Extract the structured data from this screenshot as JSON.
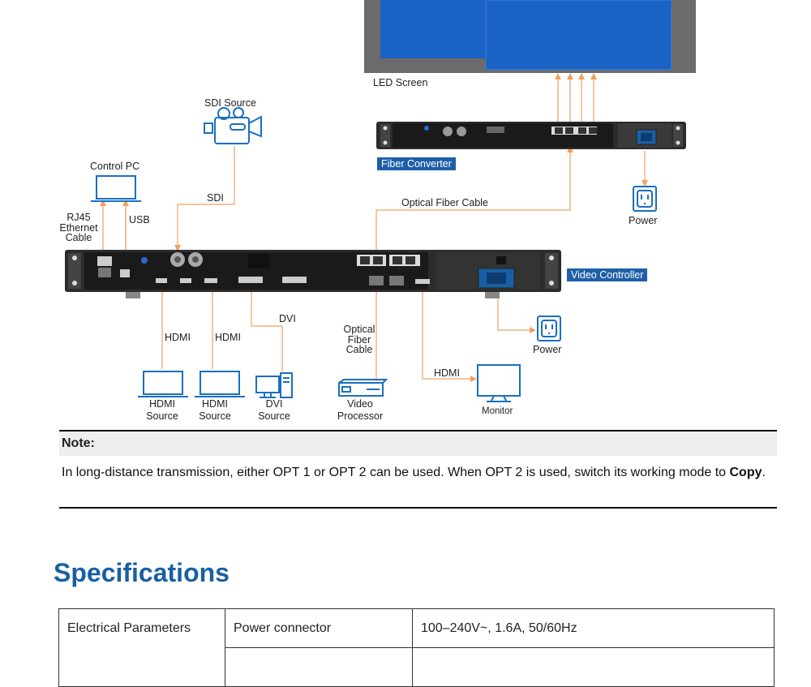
{
  "diagram": {
    "led_screen": "LED Screen",
    "sdi_source": "SDI Source",
    "control_pc": "Control PC",
    "fiber_converter": "Fiber Converter",
    "optical_fiber_cable_top": "Optical Fiber Cable",
    "power_top": "Power",
    "sdi": "SDI",
    "rj45_line1": "RJ45",
    "rj45_line2": "Ethernet",
    "rj45_line3": "Cable",
    "usb": "USB",
    "video_controller": "Video Controller",
    "hdmi_1": "HDMI",
    "hdmi_2": "HDMI",
    "dvi": "DVI",
    "optical_line1": "Optical",
    "optical_line2": "Fiber",
    "optical_line3": "Cable",
    "power_bottom": "Power",
    "hdmi_monitor": "HDMI",
    "hdmi_source_1_line1": "HDMI",
    "hdmi_source_1_line2": "Source",
    "hdmi_source_2_line1": "HDMI",
    "hdmi_source_2_line2": "Source",
    "dvi_source_line1": "DVI",
    "dvi_source_line2": "Source",
    "video_processor_line1": "Video",
    "video_processor_line2": "Processor",
    "monitor": "Monitor"
  },
  "note": {
    "heading": "Note:",
    "text_before": "In long-distance transmission, either OPT 1 or OPT 2 can be used. When OPT 2 is used, switch its working mode to ",
    "bold": "Copy",
    "text_after": "."
  },
  "specifications": {
    "title": "Specifications",
    "rows": [
      [
        "Electrical Parameters",
        "Power connector",
        "100–240V~, 1.6A, 50/60Hz"
      ],
      [
        "",
        "",
        ""
      ]
    ]
  },
  "colors": {
    "accent_blue": "#1a5fa3",
    "label_blue": "#1f5fa8",
    "cable_orange": "#f0a060"
  }
}
